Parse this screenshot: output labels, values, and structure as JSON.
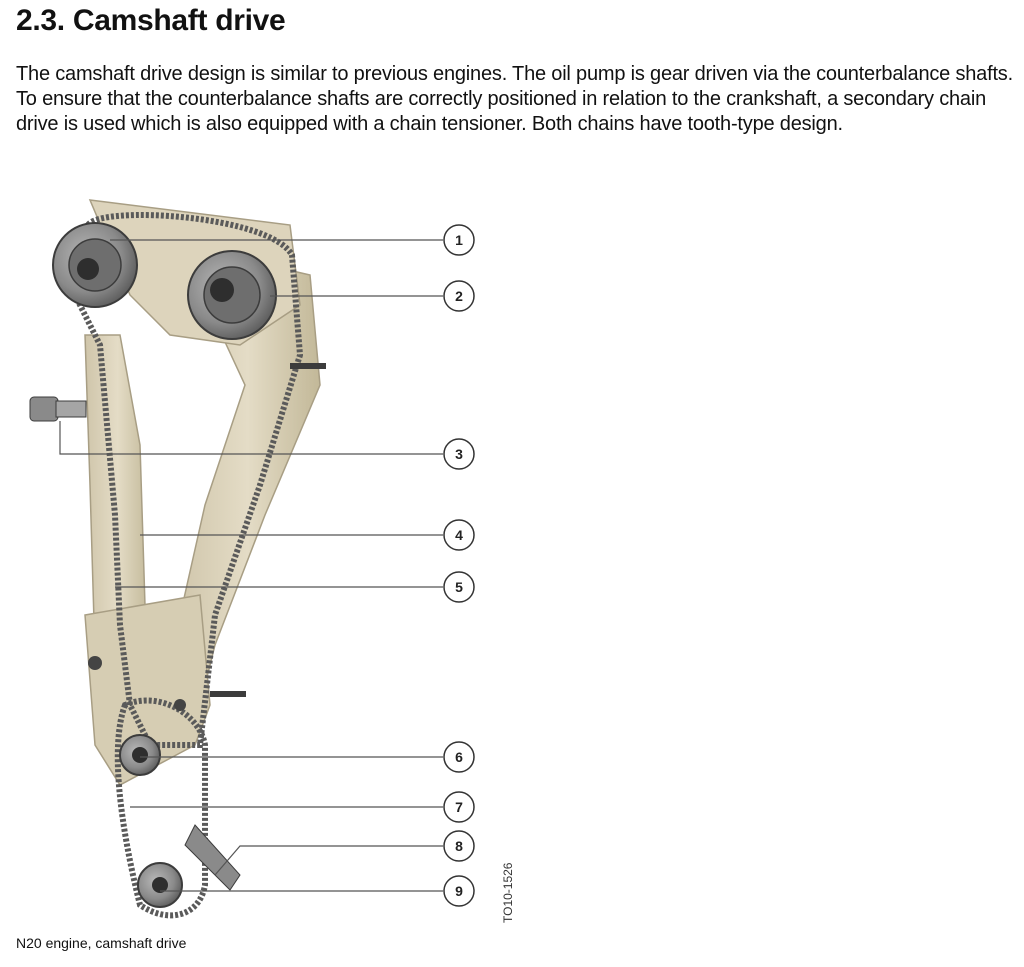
{
  "heading": "2.3. Camshaft drive",
  "paragraph": "The camshaft drive design is similar to previous engines. The oil pump is gear driven via the counterbalance shafts. To ensure that the counterbalance shafts are correctly positioned in relation to the crankshaft, a secondary chain drive is used which is also equipped with a chain tensioner. Both chains have tooth-type design.",
  "figure": {
    "callouts": [
      {
        "number": "1"
      },
      {
        "number": "2"
      },
      {
        "number": "3"
      },
      {
        "number": "4"
      },
      {
        "number": "5"
      },
      {
        "number": "6"
      },
      {
        "number": "7"
      },
      {
        "number": "8"
      },
      {
        "number": "9"
      }
    ],
    "figure_code": "TO10-1526",
    "caption": "N20 engine, camshaft drive"
  },
  "colors": {
    "rail": "#d9d0b8",
    "rail_shadow": "#b5ab92",
    "chain": "#5a5a5a",
    "sprocket": "#8c8c8c",
    "sprocket_dark": "#3c3c3c",
    "leader_line": "#555555"
  }
}
